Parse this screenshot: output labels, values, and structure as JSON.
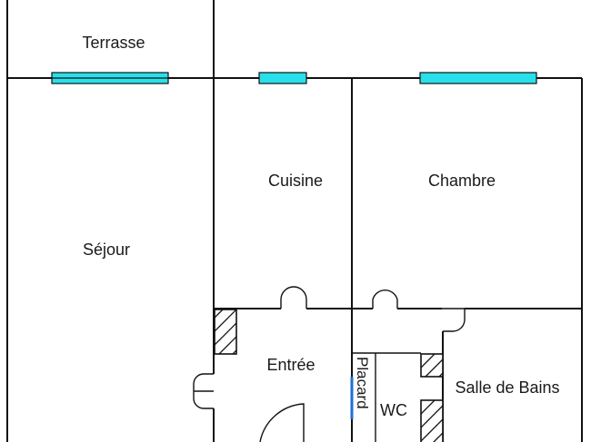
{
  "rooms": {
    "terrasse": "Terrasse",
    "sejour": "Séjour",
    "cuisine": "Cuisine",
    "chambre": "Chambre",
    "entree": "Entrée",
    "placard": "Placard",
    "wc": "WC",
    "salle_de_bains": "Salle de Bains"
  },
  "colors": {
    "wall": "#111111",
    "window_fill": "#29e0ea",
    "placard_door": "#1e6fd0",
    "background": "#ffffff"
  }
}
